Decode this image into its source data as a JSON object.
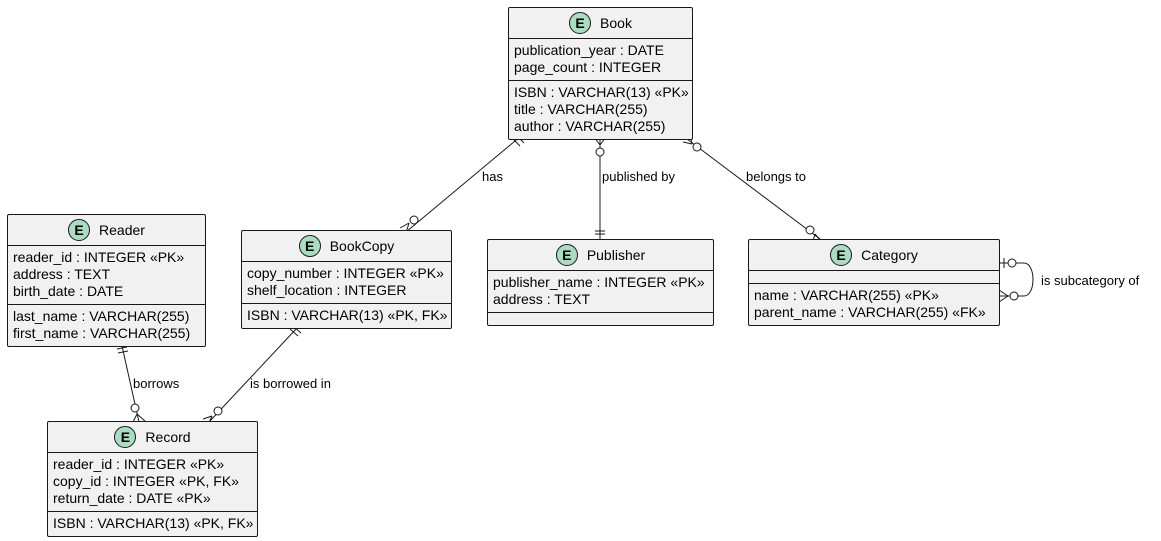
{
  "colors": {
    "entity_fill": "#f1f1f1",
    "badge_fill": "#a9dcc0",
    "stroke": "#181818"
  },
  "entity_icon": "E",
  "entities": {
    "book": {
      "name": "Book",
      "groups": [
        [
          "publication_year : DATE",
          "page_count : INTEGER"
        ],
        [
          "ISBN : VARCHAR(13) «PK»",
          "title : VARCHAR(255)",
          "author : VARCHAR(255)"
        ]
      ]
    },
    "reader": {
      "name": "Reader",
      "groups": [
        [
          "reader_id : INTEGER «PK»",
          "address : TEXT",
          "birth_date : DATE"
        ],
        [
          "last_name : VARCHAR(255)",
          "first_name : VARCHAR(255)"
        ]
      ]
    },
    "bookcopy": {
      "name": "BookCopy",
      "groups": [
        [
          "copy_number : INTEGER «PK»",
          "shelf_location : INTEGER"
        ],
        [
          "ISBN : VARCHAR(13) «PK, FK»"
        ]
      ]
    },
    "publisher": {
      "name": "Publisher",
      "groups": [
        [
          "publisher_name : INTEGER «PK»",
          "address : TEXT"
        ]
      ]
    },
    "category": {
      "name": "Category",
      "groups": [
        [],
        [
          "name : VARCHAR(255) «PK»",
          "parent_name : VARCHAR(255) «FK»"
        ]
      ]
    },
    "record": {
      "name": "Record",
      "groups": [
        [
          "reader_id : INTEGER «PK»",
          "copy_id : INTEGER «PK, FK»",
          "return_date : DATE «PK»"
        ],
        [
          "ISBN : VARCHAR(13) «PK, FK»"
        ]
      ]
    }
  },
  "relations": {
    "has": "has",
    "published_by": "published by",
    "belongs_to": "belongs to",
    "subcategory": "is subcategory of",
    "borrows": "borrows",
    "borrowed_in": "is borrowed in"
  }
}
